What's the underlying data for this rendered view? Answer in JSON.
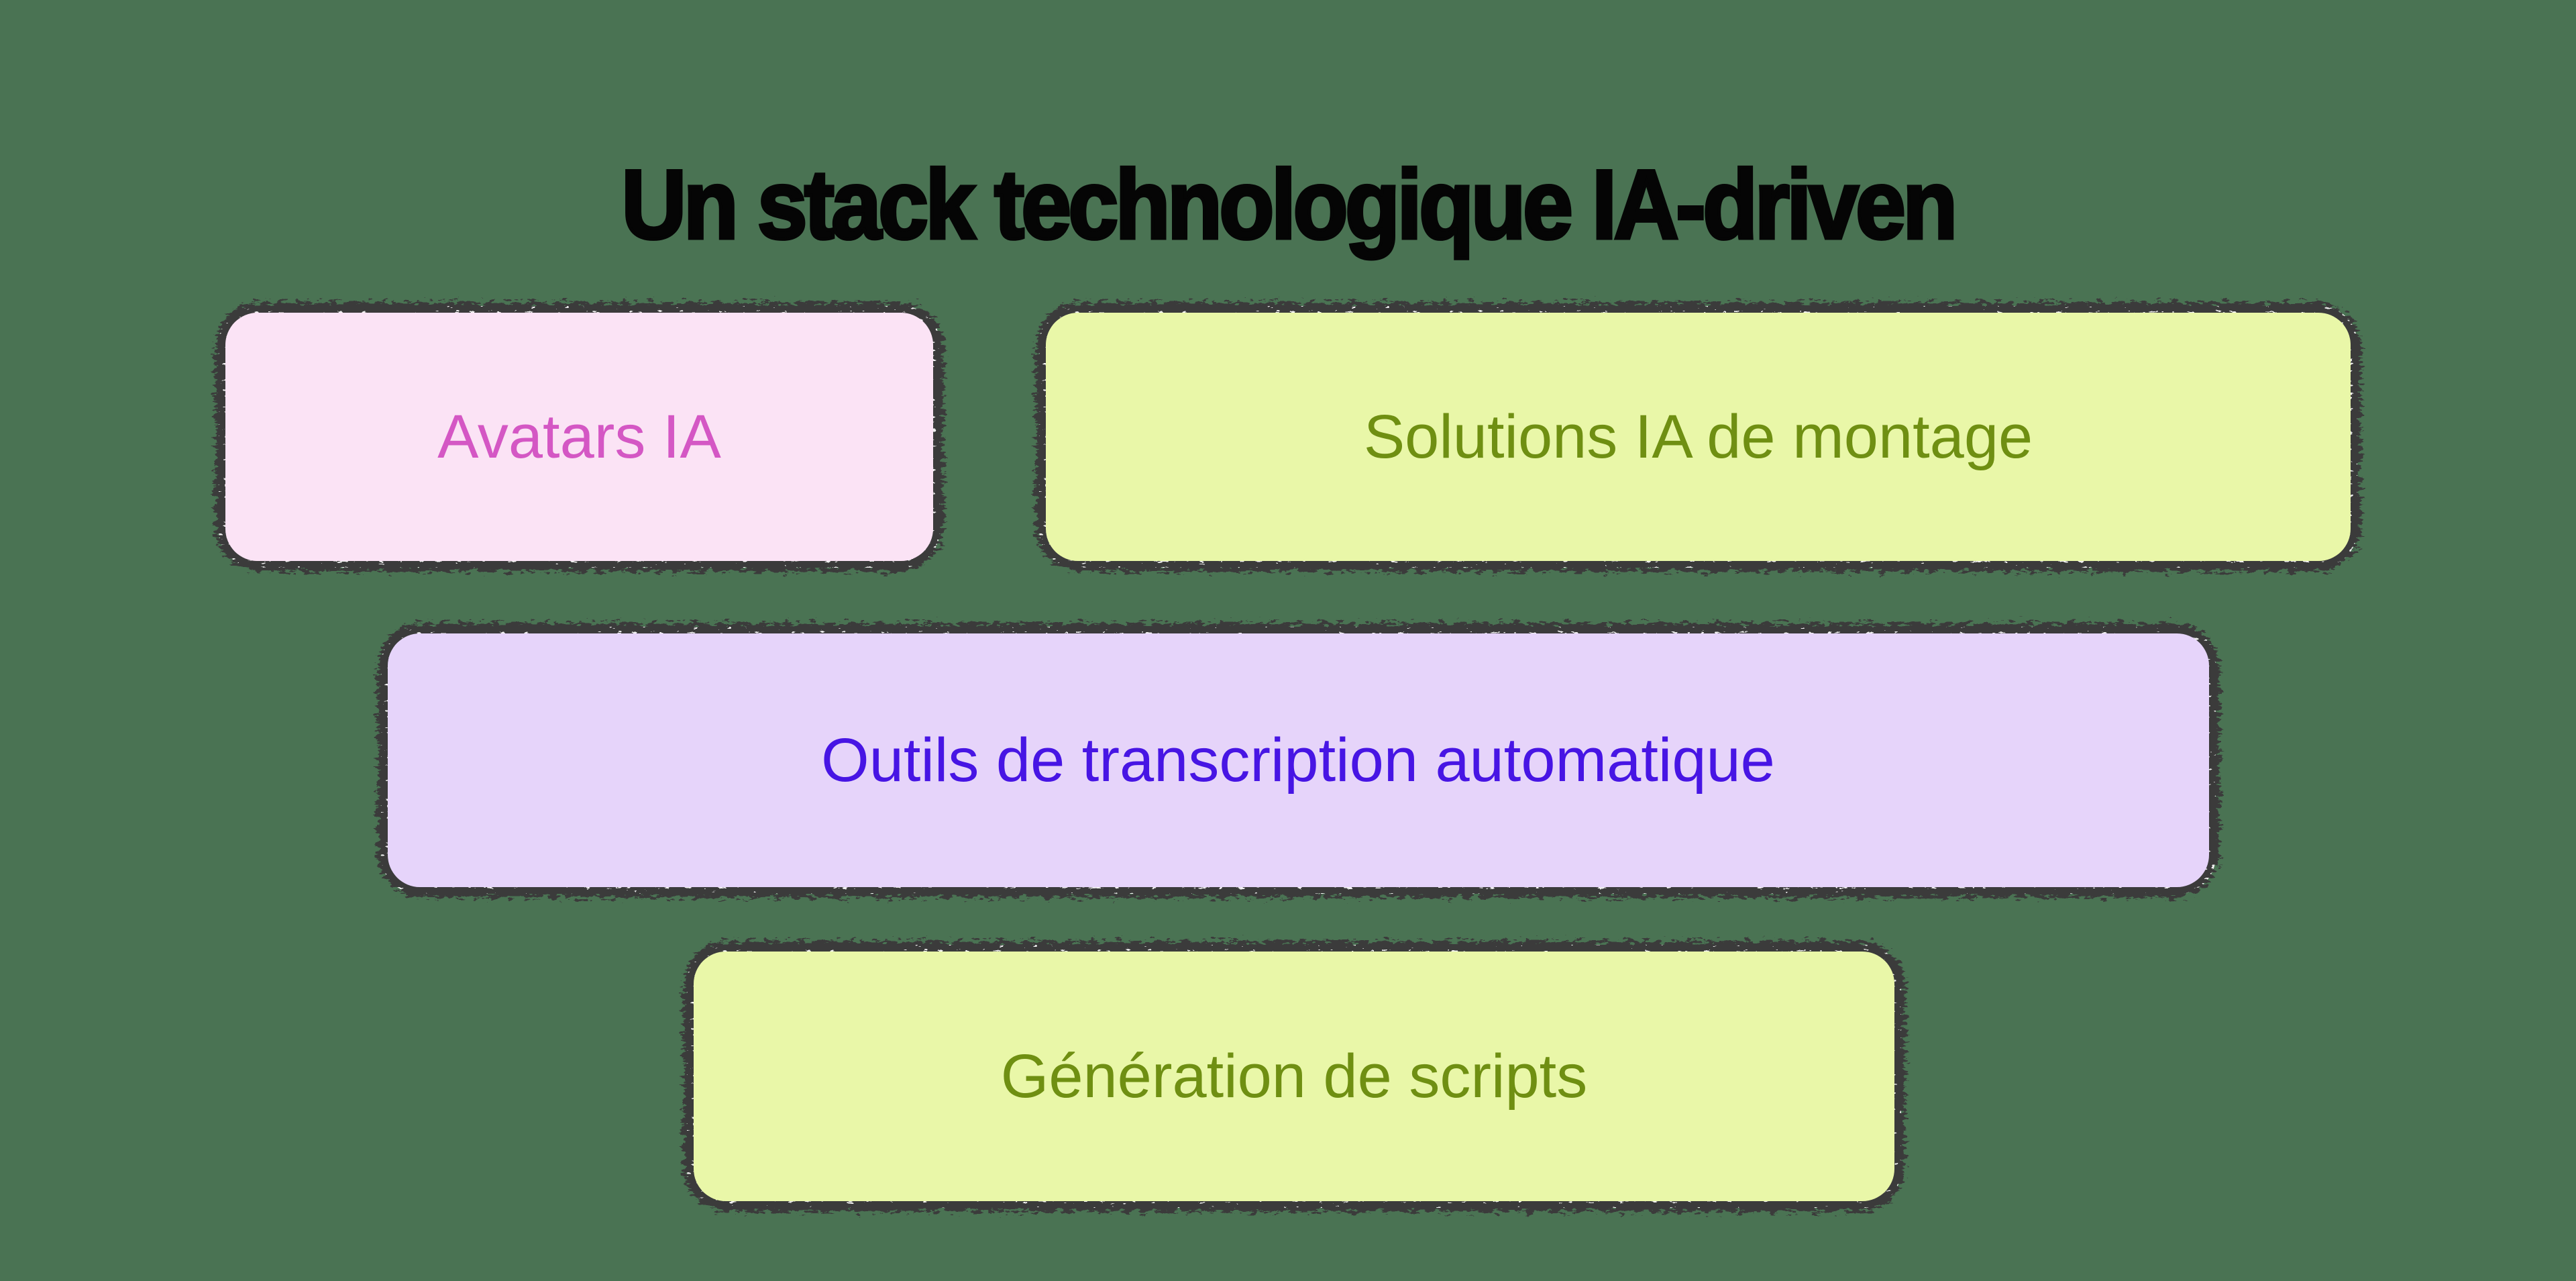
{
  "page": {
    "background_color": "#4a7353",
    "title": "Un stack technologique IA-driven",
    "title_color": "#050505"
  },
  "cards": [
    {
      "id": "avatars-ia",
      "label": "Avatars IA",
      "fill_color": "#fbe3f5",
      "text_color": "#d457c4",
      "border_color": "#3b3b3b",
      "row": 1,
      "column": 1
    },
    {
      "id": "solutions-ia-montage",
      "label": "Solutions IA de montage",
      "fill_color": "#e9f7a8",
      "text_color": "#6f8f12",
      "border_color": "#3b3b3b",
      "row": 1,
      "column": 2
    },
    {
      "id": "transcription",
      "label": "Outils de transcription automatique",
      "fill_color": "#e6d4fa",
      "text_color": "#4715e4",
      "border_color": "#3b3b3b",
      "row": 2,
      "column": 1
    },
    {
      "id": "generation-scripts",
      "label": "Génération de scripts",
      "fill_color": "#e9f7a8",
      "text_color": "#6f8f12",
      "border_color": "#3b3b3b",
      "row": 3,
      "column": 1
    }
  ]
}
